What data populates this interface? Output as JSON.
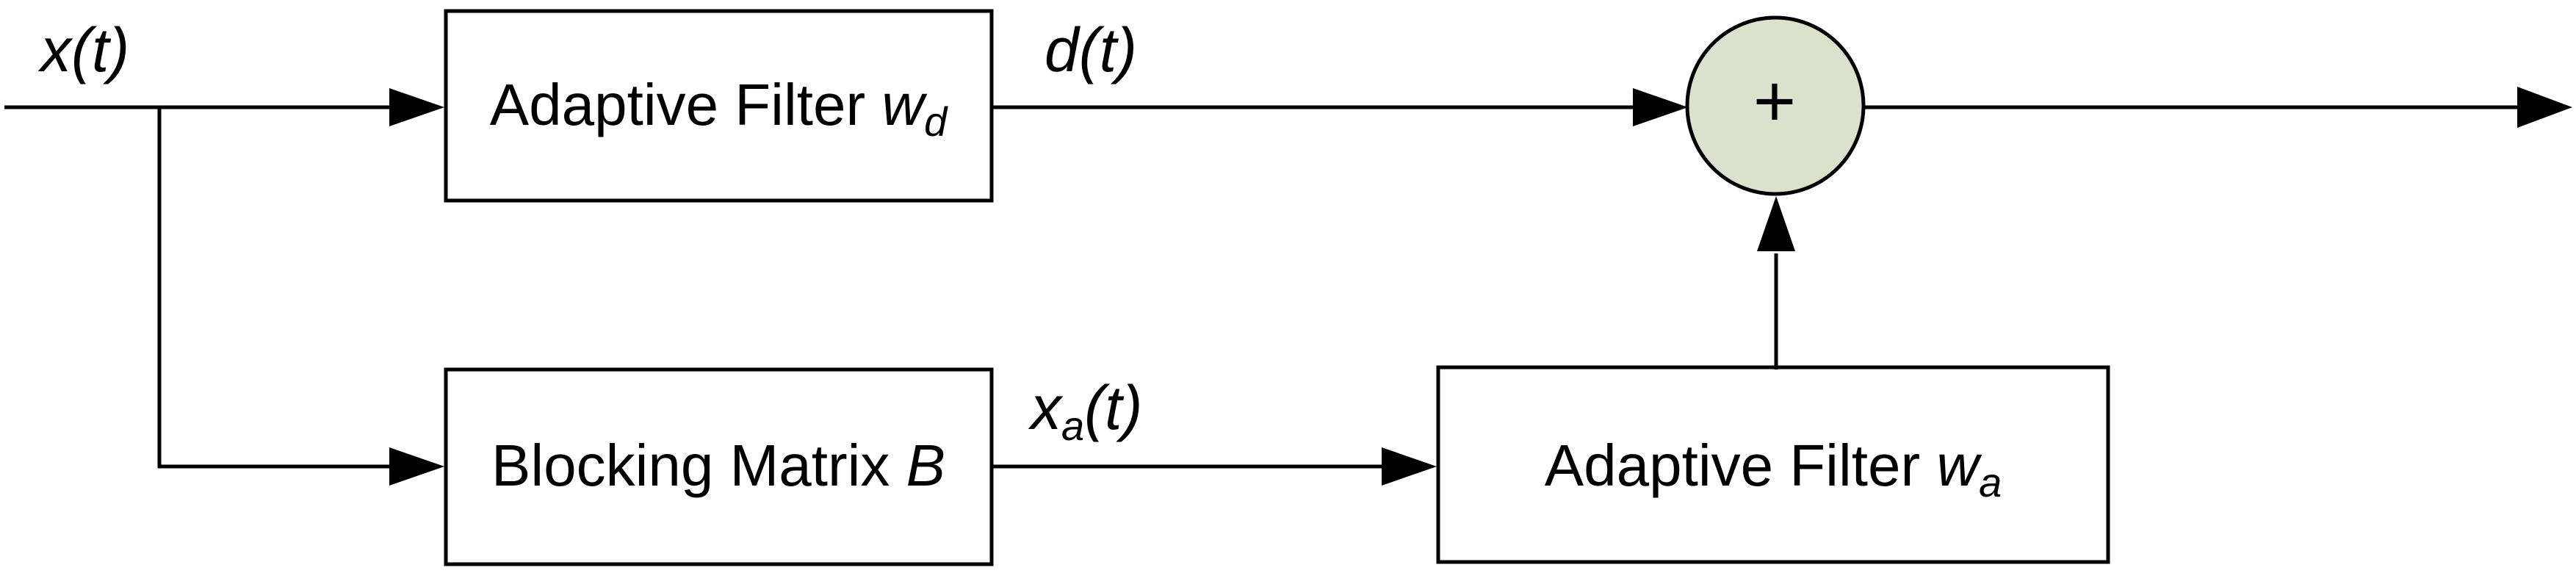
{
  "diagram": {
    "type": "block-diagram",
    "colors": {
      "line": "#000000",
      "box_fill": "#ffffff",
      "sum_fill": "#dbe1cd",
      "background": "#ffffff"
    },
    "labels": {
      "input": "x(t)",
      "d_signal": "d(t)",
      "xa_base": "x",
      "xa_sub": "a",
      "xa_rest": "(t)"
    },
    "blocks": {
      "adaptive_filter_wd": {
        "text": "Adaptive Filter ",
        "var": "w",
        "sub": "d"
      },
      "blocking_matrix": {
        "text": "Blocking Matrix ",
        "var": "B"
      },
      "adaptive_filter_wa": {
        "text": "Adaptive Filter ",
        "var": "w",
        "sub": "a"
      }
    },
    "sum": {
      "symbol": "+"
    }
  }
}
